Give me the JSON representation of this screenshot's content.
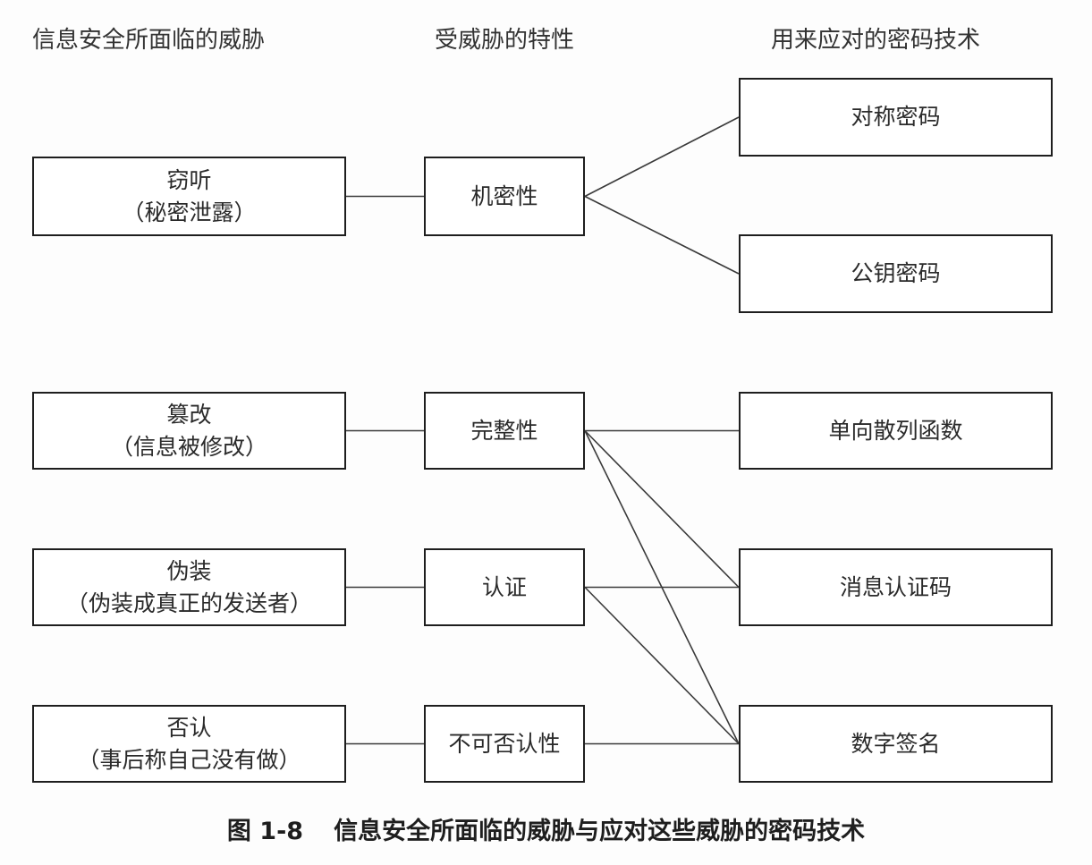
{
  "headers": {
    "threats": "信息安全所面临的威胁",
    "properties": "受威胁的特性",
    "techniques": "用来应对的密码技术"
  },
  "threats": {
    "eavesdrop": {
      "title": "窃听",
      "detail": "（秘密泄露）"
    },
    "tamper": {
      "title": "篡改",
      "detail": "（信息被修改）"
    },
    "spoof": {
      "title": "伪装",
      "detail": "（伪装成真正的发送者）"
    },
    "deny": {
      "title": "否认",
      "detail": "（事后称自己没有做）"
    }
  },
  "properties": {
    "confidentiality": "机密性",
    "integrity": "完整性",
    "authentication": "认证",
    "nonrepudiation": "不可否认性"
  },
  "techniques": {
    "symmetric": "对称密码",
    "publickey": "公钥密码",
    "hash": "单向散列函数",
    "mac": "消息认证码",
    "signature": "数字签名"
  },
  "caption": {
    "number": "图 1-8",
    "text": "信息安全所面临的威胁与应对这些威胁的密码技术"
  },
  "connections": [
    {
      "from": "threat-eavesdrop",
      "to": "prop-confidentiality"
    },
    {
      "from": "threat-tamper",
      "to": "prop-integrity"
    },
    {
      "from": "threat-spoof",
      "to": "prop-authentication"
    },
    {
      "from": "threat-deny",
      "to": "prop-nonrepudiation"
    },
    {
      "from": "prop-confidentiality",
      "to": "tech-symmetric"
    },
    {
      "from": "prop-confidentiality",
      "to": "tech-publickey"
    },
    {
      "from": "prop-integrity",
      "to": "tech-hash"
    },
    {
      "from": "prop-integrity",
      "to": "tech-mac"
    },
    {
      "from": "prop-integrity",
      "to": "tech-signature"
    },
    {
      "from": "prop-authentication",
      "to": "tech-mac"
    },
    {
      "from": "prop-authentication",
      "to": "tech-signature"
    },
    {
      "from": "prop-nonrepudiation",
      "to": "tech-signature"
    }
  ]
}
